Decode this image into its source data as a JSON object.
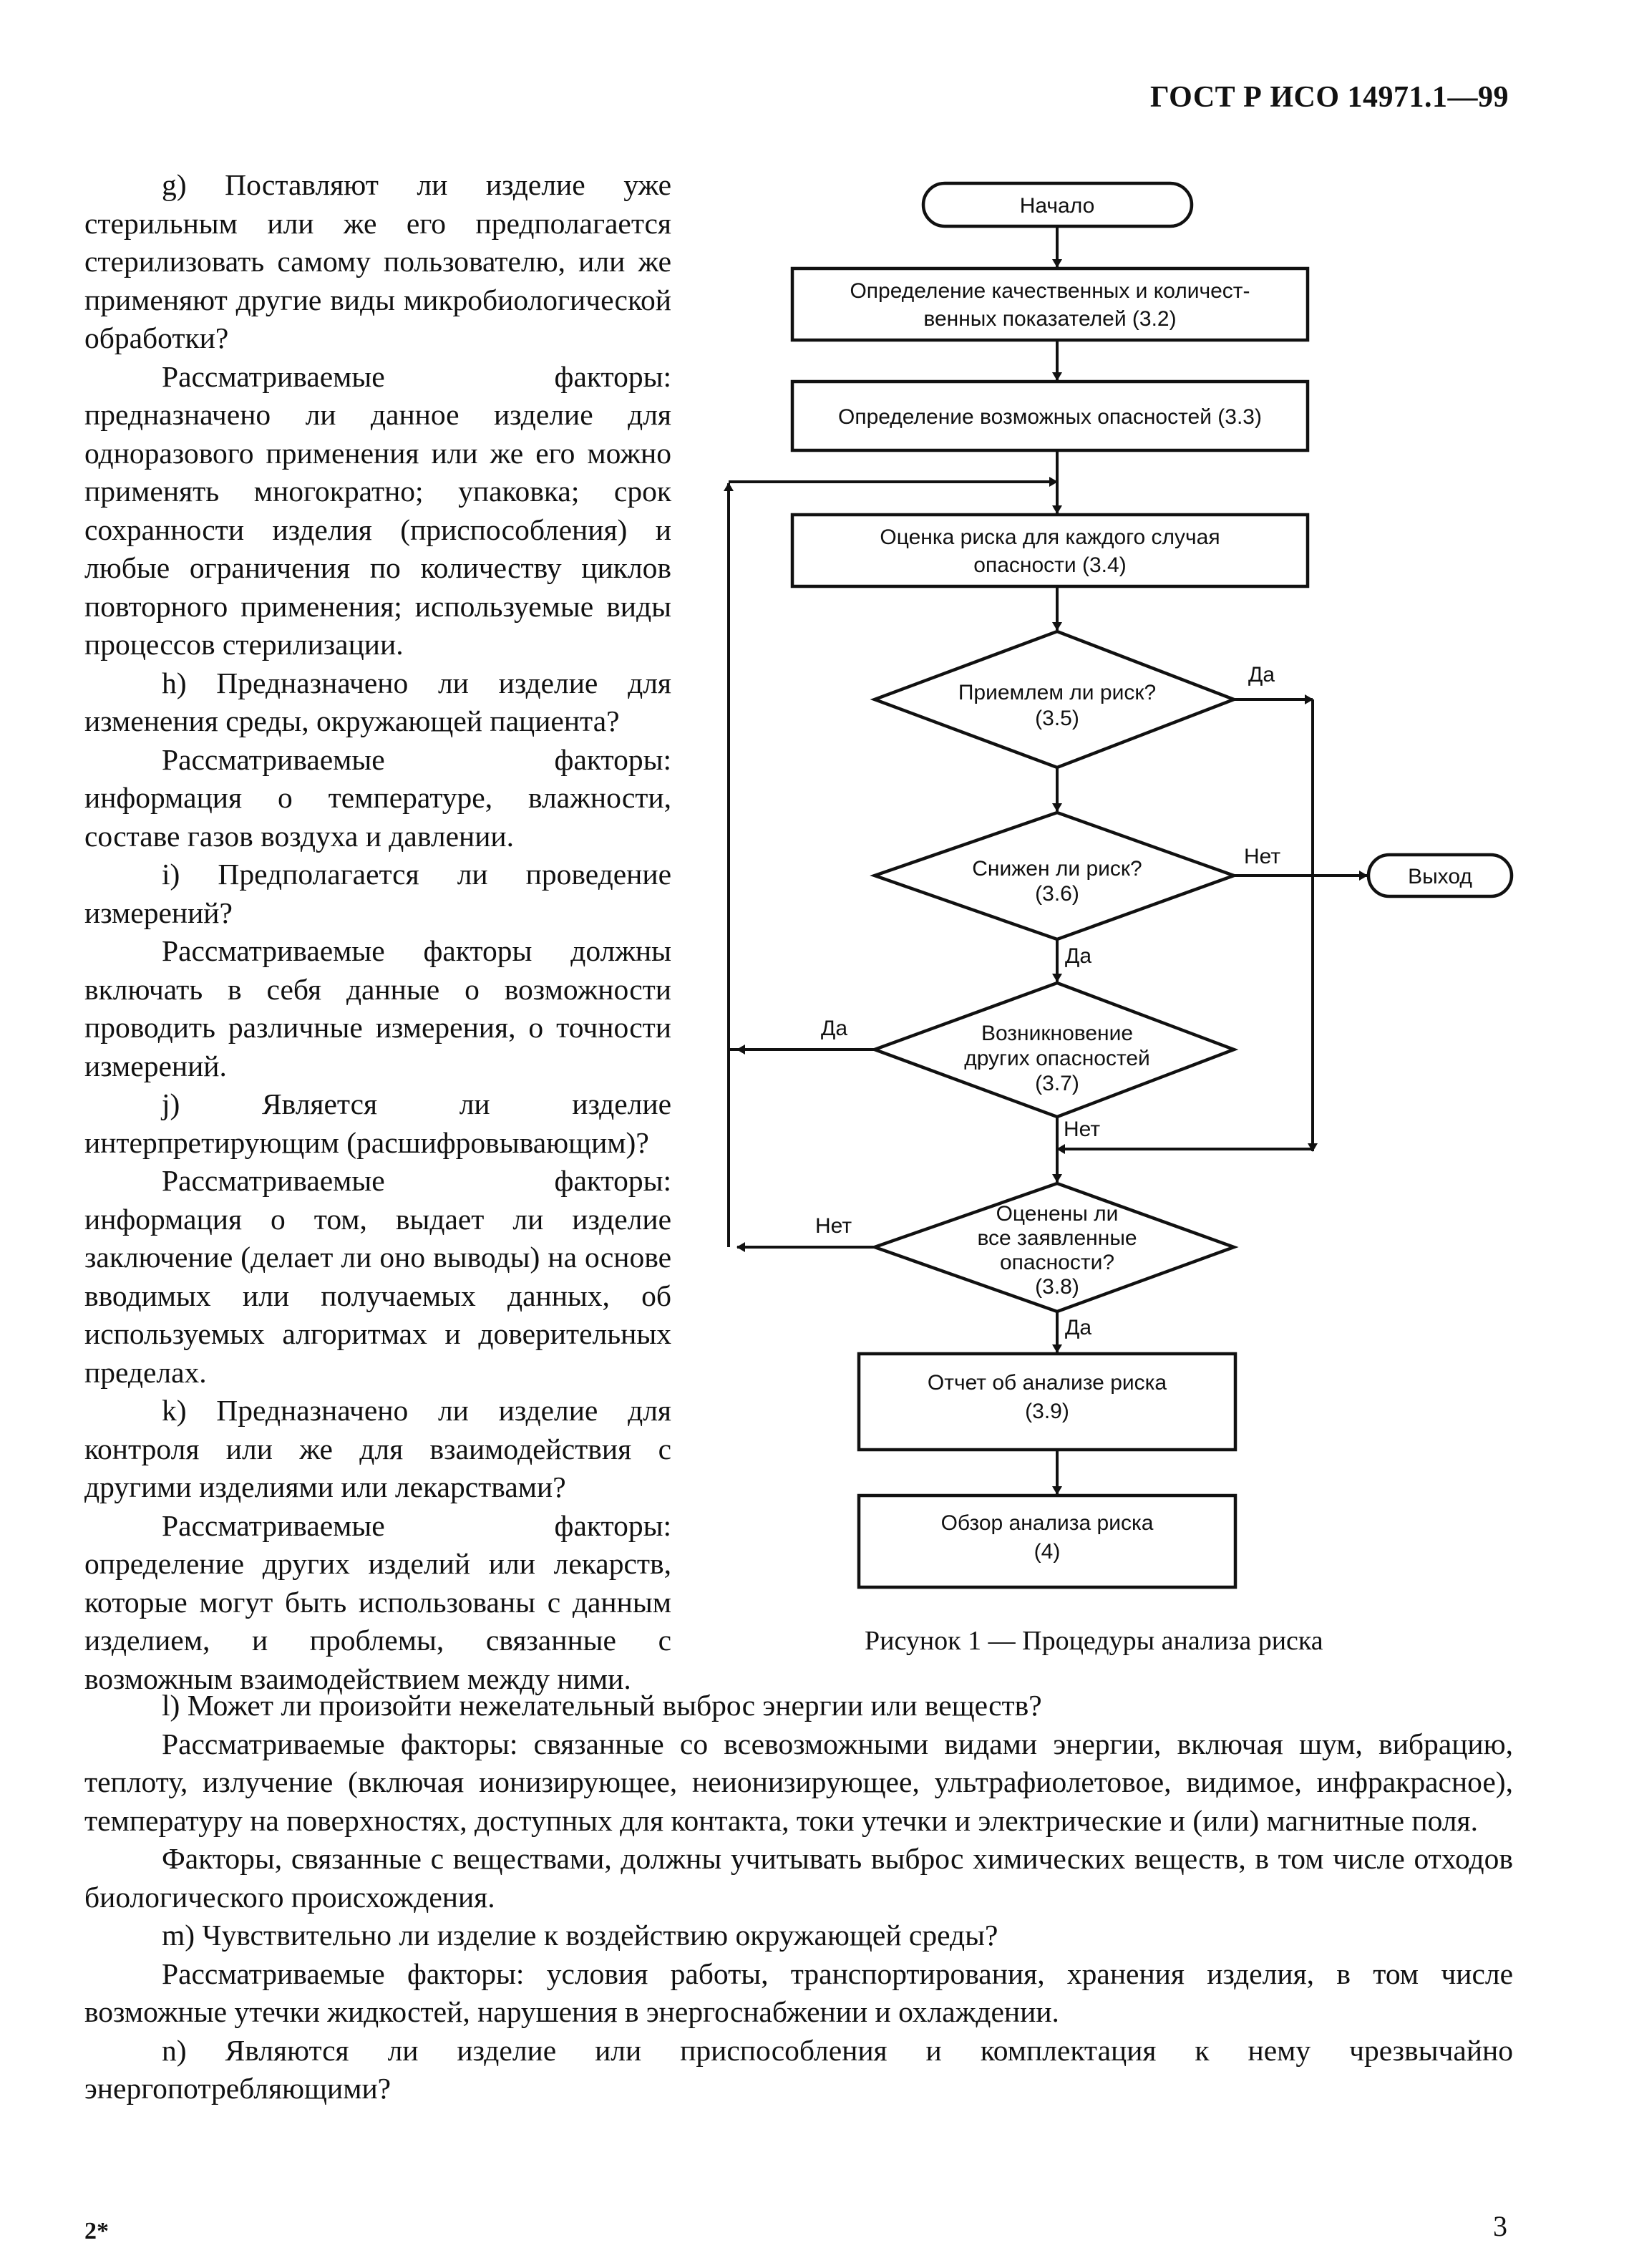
{
  "header": {
    "code": "ГОСТ Р ИСО 14971.1—99"
  },
  "left_column": [
    "g) Поставляют ли изделие уже стерильным или же его предполагается стерилизовать самому пользователю, или же применяют другие виды микробиологической обработки?",
    "Рассматриваемые факторы: предназначено ли данное изделие для одноразового применения или же его можно применять многократно; упаковка; срок сохранности изделия (приспособления) и любые ограничения по количеству циклов повторного применения; используемые виды процессов стерилизации.",
    "h) Предназначено ли изделие для изменения среды, окружающей пациента?",
    "Рассматриваемые факторы: информация о температуре, влажности, составе газов воздуха и давлении.",
    "i) Предполагается ли проведение измерений?",
    "Рассматриваемые факторы должны включать в себя данные о возможности проводить различные измерения, о точности измерений.",
    "j) Является ли изделие интерпретирующим (расшифровывающим)?",
    "Рассматриваемые факторы: информация о том, выдает ли изделие заключение (делает ли оно выводы) на основе вводимых или получаемых данных, об используемых алгоритмах и доверительных пределах.",
    "k) Предназначено ли изделие для контроля или же для взаимодействия с другими изделиями или лекарствами?",
    "Рассматриваемые факторы: определение других изделий или лекарств, которые могут быть использованы с данным изделием, и проблемы, связанные с возможным взаимодействием между ними."
  ],
  "flowchart": {
    "start": "Начало",
    "step_3_2": [
      "Определение качественных и количест-",
      "венных показателей (3.2)"
    ],
    "step_3_3": "Определение возможных опасностей (3.3)",
    "step_3_4": [
      "Оценка риска для каждого случая",
      "опасности (3.4)"
    ],
    "decision_3_5": [
      "Приемлем ли риск?",
      "(3.5)"
    ],
    "decision_3_6": [
      "Снижен ли риск?",
      "(3.6)"
    ],
    "decision_3_7": [
      "Возникновение",
      "других опасностей",
      "(3.7)"
    ],
    "decision_3_8": [
      "Оценены ли",
      "все заявленные",
      "опасности?",
      "(3.8)"
    ],
    "step_3_9": [
      "Отчет об анализе риска",
      "(3.9)"
    ],
    "step_4": [
      "Обзор анализа риска",
      "(4)"
    ],
    "exit": "Выход",
    "yes": "Да",
    "no": "Нет"
  },
  "figure_caption": "Рисунок 1 — Процедуры анализа риска",
  "bottom_text": [
    "l) Может ли произойти нежелательный выброс энергии или веществ?",
    "Рассматриваемые факторы: связанные со всевозможными видами энергии, включая шум, вибрацию, теплоту, излучение (включая ионизирующее, неионизирующее, ультрафиолетовое, видимое, инфракрасное), температуру на поверхностях, доступных для контакта, токи утечки и электрические и (или) магнитные поля.",
    "Факторы, связанные с веществами, должны учитывать выброс химических веществ, в том числе отходов биологического происхождения.",
    "m) Чувствительно ли изделие к воздействию окружающей среды?",
    "Рассматриваемые факторы: условия работы, транспортирования, хранения изделия, в том числе возможные утечки жидкостей, нарушения в энергоснабжении и охлаждении.",
    "n) Являются ли изделие или приспособления и комплектация к нему чрезвычайно энергопотребляющими?"
  ],
  "footer": {
    "left": "2*",
    "page_number": "3"
  }
}
